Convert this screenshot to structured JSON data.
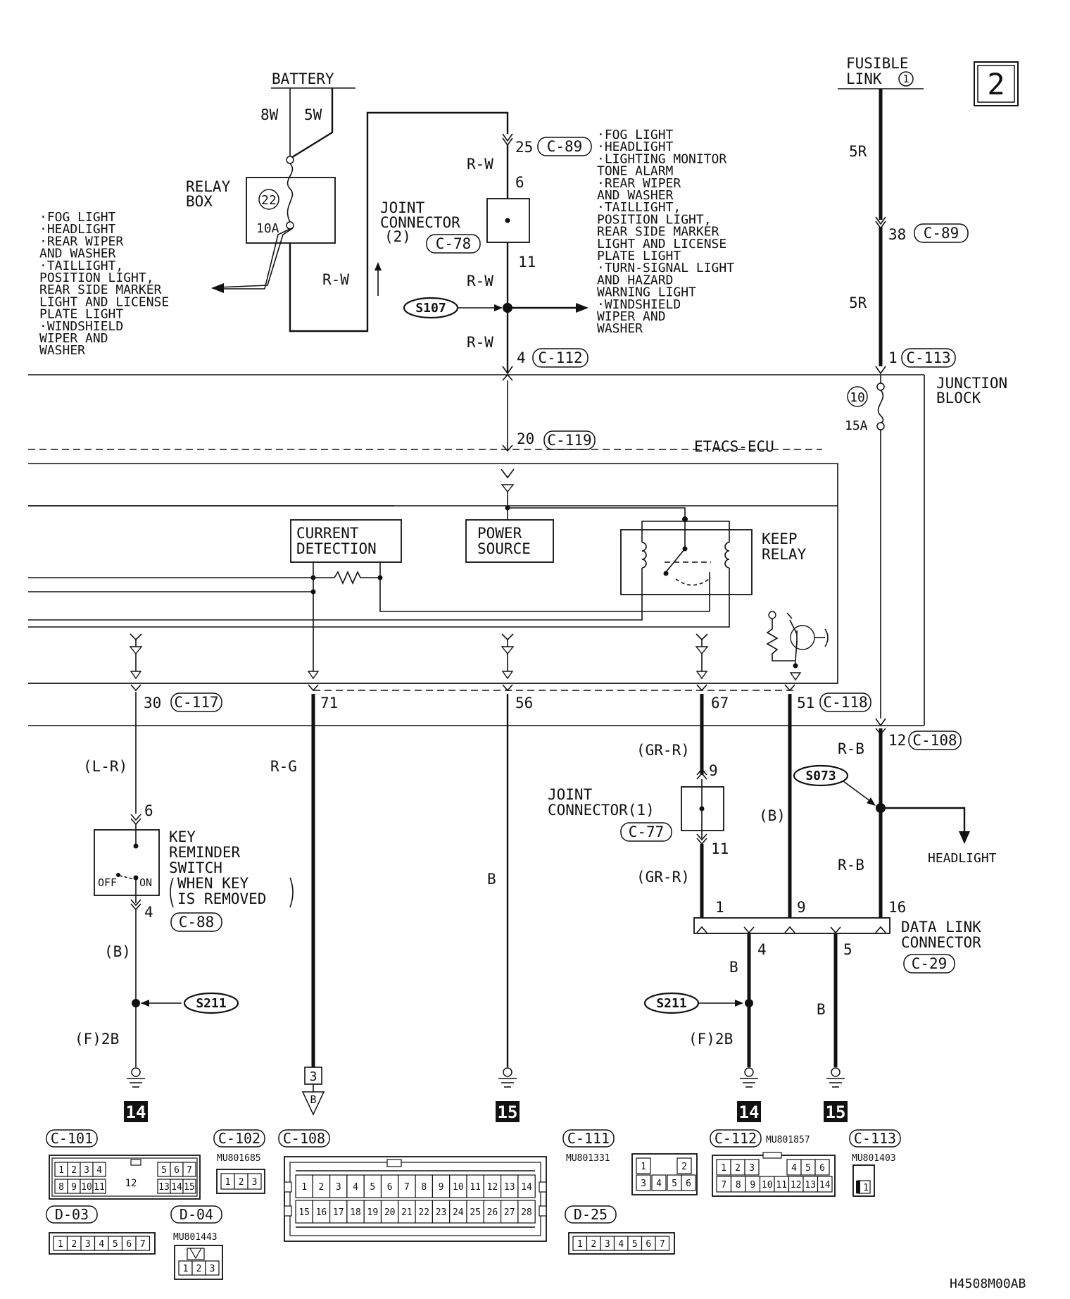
{
  "page_number": "2",
  "figure_code": "H4508M00AB",
  "battery": {
    "label": "BATTERY",
    "wire_left": "8W",
    "wire_right": "5W"
  },
  "fusible_link": {
    "label_line1": "FUSIBLE",
    "label_line2": "LINK",
    "number": "1",
    "wire_upper": "5R",
    "wire_lower": "5R",
    "pin": "38",
    "connector": "C-89",
    "pin_bottom": "1",
    "connector_bottom": "C-113"
  },
  "relay_box": {
    "label_line1": "RELAY",
    "label_line2": "BOX",
    "fuse_number": "22",
    "fuse_rating": "10A"
  },
  "left_list": [
    "·FOG LIGHT",
    "·HEADLIGHT",
    "·REAR WIPER",
    " AND WASHER",
    "·TAILLIGHT,",
    " POSITION LIGHT,",
    " REAR SIDE MARKER",
    " LIGHT AND LICENSE",
    " PLATE LIGHT",
    "·WINDSHIELD",
    " WIPER AND",
    " WASHER"
  ],
  "right_list": [
    "·FOG LIGHT",
    "·HEADLIGHT",
    "·LIGHTING MONITOR",
    " TONE ALARM",
    "·REAR WIPER",
    " AND WASHER",
    "·TAILLIGHT,",
    " POSITION LIGHT,",
    " REAR SIDE MARKER",
    " LIGHT AND LICENSE",
    " PLATE LIGHT",
    "·TURN-SIGNAL LIGHT",
    " AND HAZARD",
    " WARNING LIGHT",
    "·WINDSHIELD",
    " WIPER AND",
    " WASHER"
  ],
  "joint2": {
    "label_line1": "JOINT",
    "label_line2": "CONNECTOR",
    "label_line3": "(2)",
    "connector": "C-78",
    "pin_in": "6",
    "pin_out": "11"
  },
  "rw_wires": {
    "w1": "R-W",
    "w2": "R-W",
    "w3": "R-W",
    "w4": "R-W"
  },
  "pins_top": {
    "p25": "25",
    "c89": "C-89",
    "p4": "4",
    "c112": "C-112",
    "p20": "20",
    "c119": "C-119"
  },
  "splices": {
    "s107": "S107",
    "s073": "S073",
    "s211": "S211"
  },
  "junction_block": {
    "line1": "JUNCTION",
    "line2": "BLOCK",
    "fuse_number": "10",
    "fuse_rating": "15A"
  },
  "etacs": {
    "label": "ETACS-ECU",
    "current_line1": "CURRENT",
    "current_line2": "DETECTION",
    "power_line1": "POWER",
    "power_line2": "SOURCE",
    "keep_line1": "KEEP",
    "keep_line2": "RELAY"
  },
  "lower_pins": {
    "p30": "30",
    "c117": "C-117",
    "p71": "71",
    "p56": "56",
    "p67": "67",
    "p51": "51",
    "c118": "C-118",
    "p12": "12",
    "c108": "C-108"
  },
  "key_switch": {
    "line1": "KEY",
    "line2": "REMINDER",
    "line3": "SWITCH",
    "line4": "WHEN KEY",
    "line5": "IS REMOVED",
    "off": "OFF",
    "on": "ON",
    "pin_top": "6",
    "pin_bottom": "4",
    "connector": "C-88"
  },
  "wire_colors": {
    "lr": "(L-R)",
    "rg": "R-G",
    "b_mid": "B",
    "b_paren": "(B)",
    "grr1": "(GR-R)",
    "grr2": "(GR-R)",
    "b_right": "(B)",
    "rb1": "R-B",
    "rb2": "R-B",
    "f2b_left": "(F)2B",
    "f2b_right": "(F)2B",
    "b4": "B",
    "b5": "B"
  },
  "joint1": {
    "label_line1": "JOINT",
    "label_line2": "CONNECTOR(1)",
    "connector": "C-77",
    "pin_in": "9",
    "pin_out": "11"
  },
  "headlight": "HEADLIGHT",
  "dlc": {
    "line1": "DATA LINK",
    "line2": "CONNECTOR",
    "connector": "C-29",
    "p1": "1",
    "p9": "9",
    "p16": "16",
    "p4": "4",
    "p5": "5"
  },
  "grounds": {
    "g14a": "14",
    "g15a": "15",
    "g14b": "14",
    "g15b": "15",
    "ref_box": "3",
    "ref_letter": "B"
  },
  "connector_views": {
    "c101": {
      "label": "C-101",
      "pins_top": [
        "1",
        "2",
        "3",
        "4",
        "5",
        "6",
        "7"
      ],
      "center": "12",
      "pins_bottom": [
        "8",
        "9",
        "10",
        "11",
        "13",
        "14",
        "15"
      ]
    },
    "c102": {
      "label": "C-102",
      "part": "MU801685",
      "pins": [
        "1",
        "2",
        "3"
      ]
    },
    "c108": {
      "label": "C-108",
      "pins_top": [
        "1",
        "2",
        "3",
        "4",
        "5",
        "6",
        "7",
        "8",
        "9",
        "10",
        "11",
        "12",
        "13",
        "14"
      ],
      "pins_bottom": [
        "15",
        "16",
        "17",
        "18",
        "19",
        "20",
        "21",
        "22",
        "23",
        "24",
        "25",
        "26",
        "27",
        "28"
      ]
    },
    "c111": {
      "label": "C-111",
      "part": "MU801331",
      "pins": [
        "1",
        "2",
        "3",
        "4",
        "5",
        "6"
      ]
    },
    "c112": {
      "label": "C-112",
      "part": "MU801857",
      "pins_top": [
        "1",
        "2",
        "3",
        "4",
        "5",
        "6"
      ],
      "pins_bottom": [
        "7",
        "8",
        "9",
        "10",
        "11",
        "12",
        "13",
        "14"
      ]
    },
    "c113": {
      "label": "C-113",
      "part": "MU801403",
      "pins": [
        "1"
      ]
    },
    "d03": {
      "label": "D-03",
      "pins": [
        "1",
        "2",
        "3",
        "4",
        "5",
        "6",
        "7"
      ]
    },
    "d04": {
      "label": "D-04",
      "part": "MU801443",
      "pins": [
        "1",
        "2",
        "3"
      ]
    },
    "d25": {
      "label": "D-25",
      "pins": [
        "1",
        "2",
        "3",
        "4",
        "5",
        "6",
        "7"
      ]
    }
  }
}
